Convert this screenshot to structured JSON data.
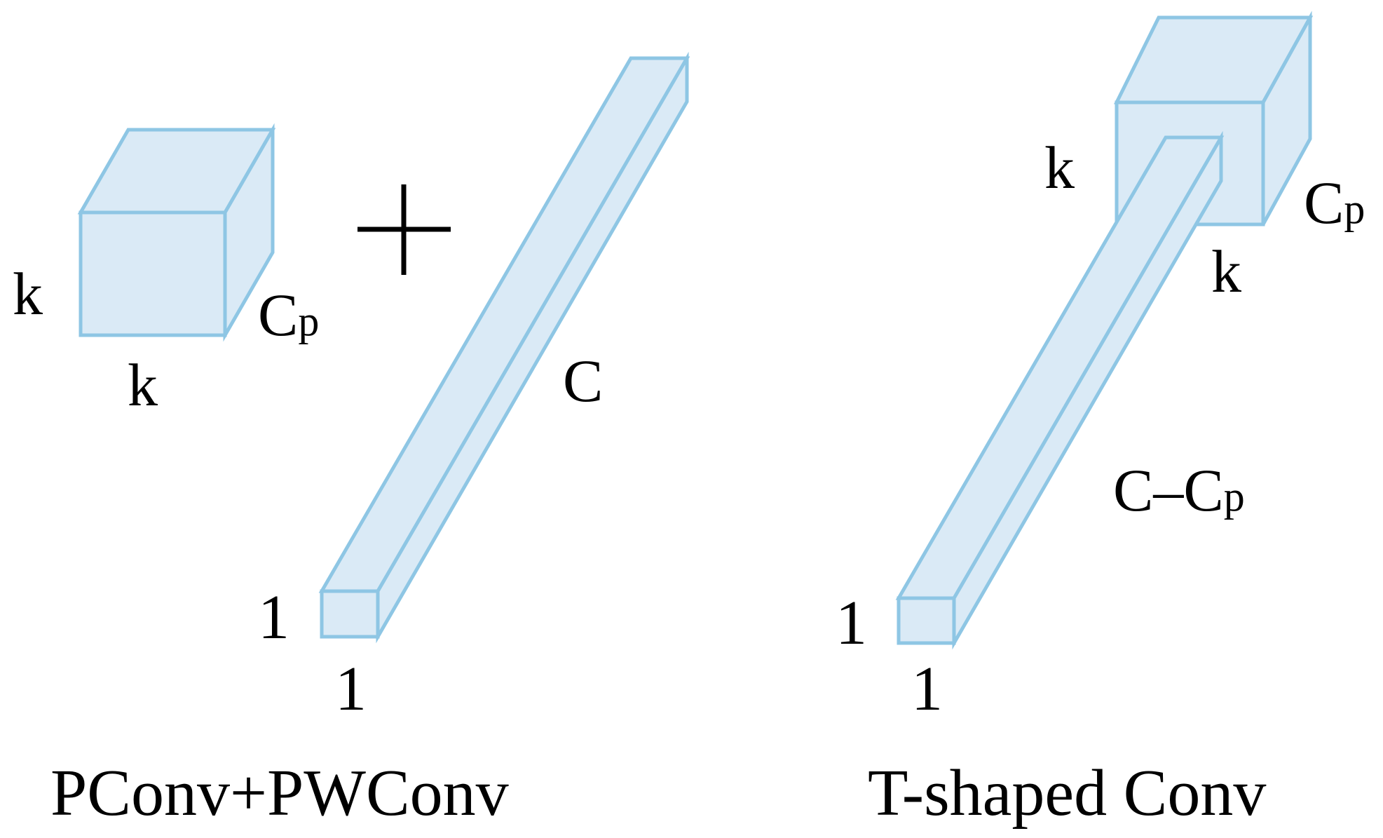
{
  "left_panel": {
    "cube_height_label": "k",
    "cube_width_label": "k",
    "cube_depth_label": "C",
    "cube_depth_sub": "p",
    "operator": "+",
    "bar_length_label": "C",
    "bar_height_label": "1",
    "bar_width_label": "1",
    "caption": "PConv+PWConv"
  },
  "right_panel": {
    "cube_height_label": "k",
    "cube_width_label": "k",
    "cube_depth_label": "C",
    "cube_depth_sub": "p",
    "bar_length_label": "C–C",
    "bar_length_sub": "p",
    "bar_height_label": "1",
    "bar_width_label": "1",
    "caption": "T-shaped Conv"
  },
  "colors": {
    "face_fill": "#daeaf6",
    "edge_stroke": "#8ec6e4",
    "text": "#000000"
  }
}
